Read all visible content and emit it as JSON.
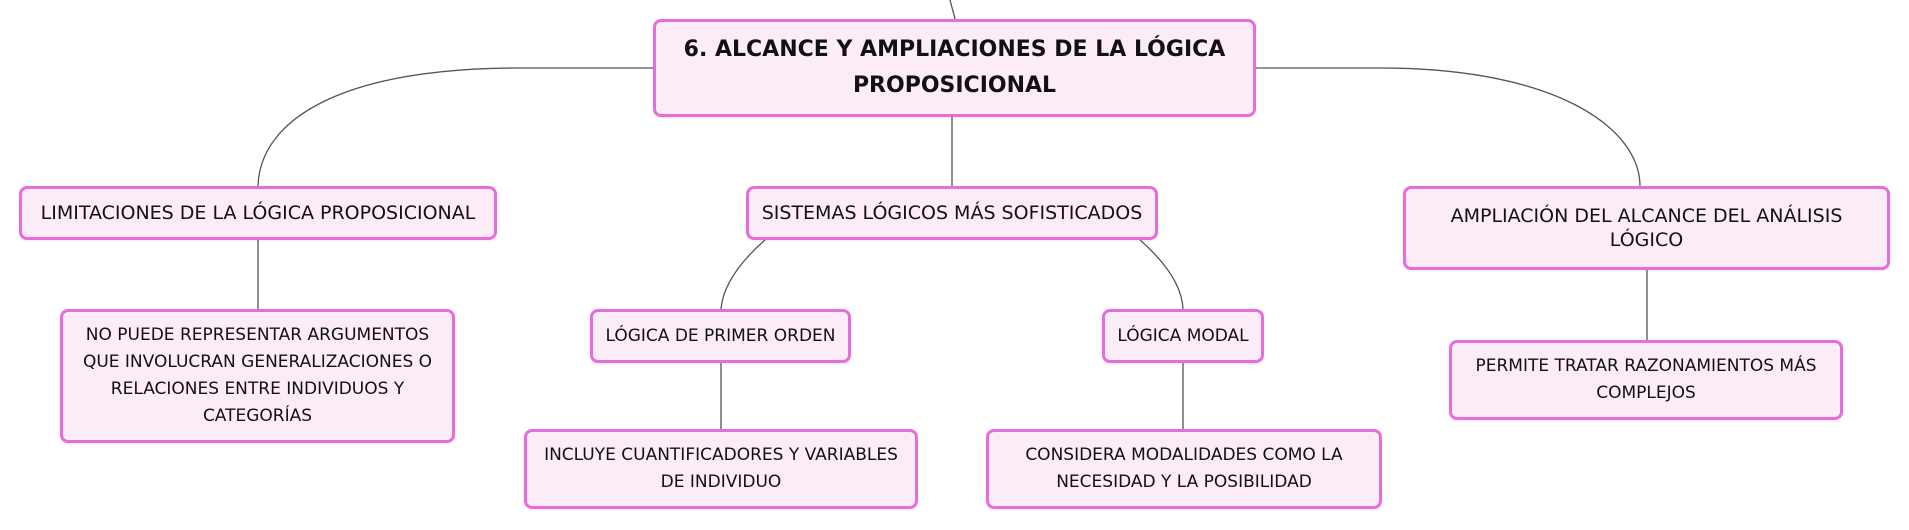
{
  "diagram": {
    "root": {
      "label": "6. ALCANCE Y AMPLIACIONES DE LA LÓGICA PROPOSICIONAL"
    },
    "branches": {
      "limitaciones": {
        "label": "LIMITACIONES DE LA LÓGICA PROPOSICIONAL",
        "child": "NO PUEDE REPRESENTAR ARGUMENTOS QUE INVOLUCRAN GENERALIZACIONES O RELACIONES ENTRE INDIVIDUOS Y CATEGORÍAS"
      },
      "sistemas": {
        "label": "SISTEMAS LÓGICOS MÁS SOFISTICADOS",
        "primer_orden": {
          "label": "LÓGICA DE PRIMER ORDEN",
          "child": "INCLUYE CUANTIFICADORES Y VARIABLES DE INDIVIDUO"
        },
        "modal": {
          "label": "LÓGICA MODAL",
          "child": "CONSIDERA MODALIDADES COMO LA NECESIDAD Y LA POSIBILIDAD"
        }
      },
      "ampliacion": {
        "label": "AMPLIACIÓN DEL ALCANCE DEL ANÁLISIS LÓGICO",
        "child": "PERMITE TRATAR RAZONAMIENTOS MÁS COMPLEJOS"
      }
    }
  },
  "colors": {
    "node_fill": "#fcecf8",
    "node_border": "#e56edc",
    "connector": "#555555",
    "text": "#111111"
  }
}
